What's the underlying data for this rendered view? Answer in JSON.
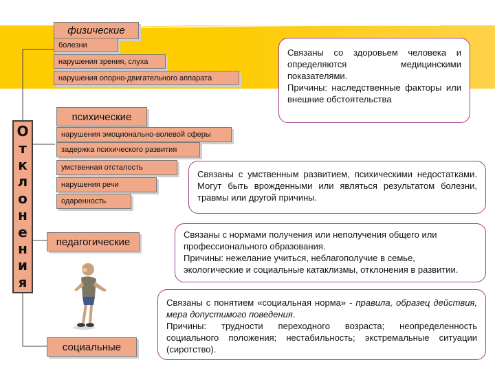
{
  "side_label": [
    "О",
    "т",
    "к",
    "л",
    "о",
    "н",
    "е",
    "н",
    "и",
    "я"
  ],
  "categories": {
    "physical": {
      "title": "физические",
      "items": [
        "болезни",
        "нарушения зрения, слуха",
        "нарушения опорно-двигательного аппарата"
      ],
      "description": [
        "Связаны со здоровьем человека и определяются медицинскими показателями.",
        "Причины: наследственные факторы или внешние обстоятельства"
      ]
    },
    "mental": {
      "title": "психические",
      "items": [
        "нарушения эмоционально-волевой сферы",
        "задержка психического развития",
        "умственная отсталость",
        "нарушения речи",
        "одаренность"
      ],
      "description": [
        "Связаны с умственным развитием, психическими недостатками. Могут быть врожденными или являться результатом болезни, травмы или другой причины."
      ]
    },
    "pedagogical": {
      "title": "педагогические",
      "description": [
        "Связаны с нормами получения или неполучения общего или профессионального образования.",
        "Причины: нежелание учиться, неблагополучие в семье, экологические и социальные катаклизмы, отклонения в развитии."
      ]
    },
    "social": {
      "title": "социальные",
      "description_intro": "Связаны с понятием «социальная норма» - ",
      "description_italic": "правила, образец действия, мера допустимого поведения",
      "description_end": ".",
      "description_causes": "Причины: трудности переходного возраста; неопределенность социального положения; нестабильность; экстремальные ситуации (сиротство)."
    }
  },
  "colors": {
    "band": "#fecc00",
    "box": "#f0a889",
    "frame": "#a33a8e"
  }
}
